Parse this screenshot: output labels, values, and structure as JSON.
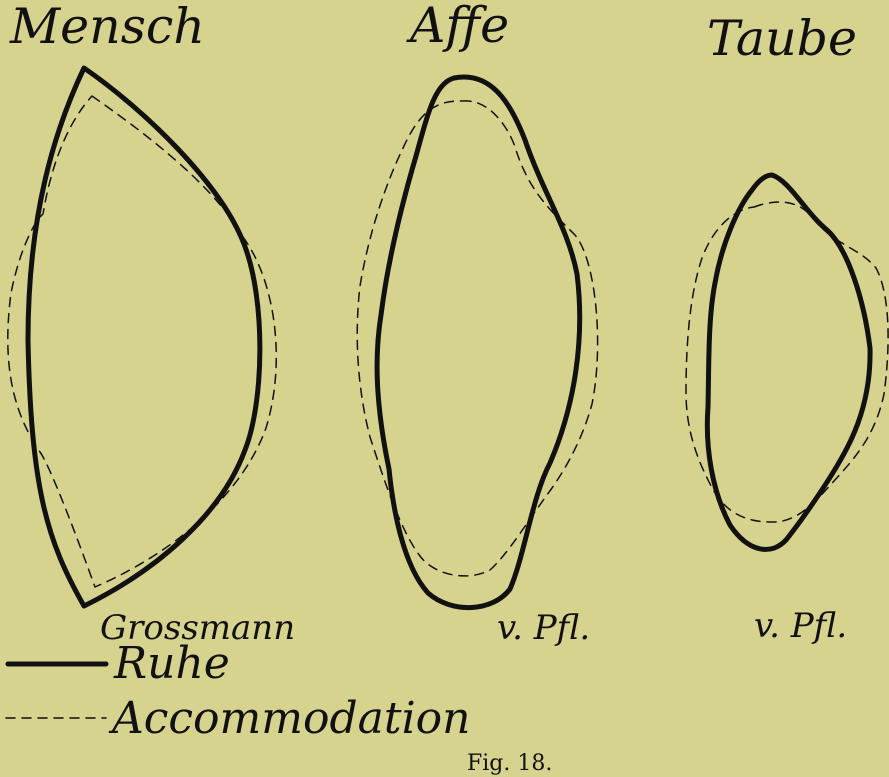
{
  "figure": {
    "columns": [
      {
        "title": "Mensch",
        "source": "Grossmann"
      },
      {
        "title": "Affe",
        "source": "v. Pfl."
      },
      {
        "title": "Taube",
        "source": "v. Pfl."
      }
    ],
    "legend": {
      "rest_label": "Ruhe",
      "accommodation_label": "Accommodation"
    },
    "caption": "Fig. 18."
  }
}
